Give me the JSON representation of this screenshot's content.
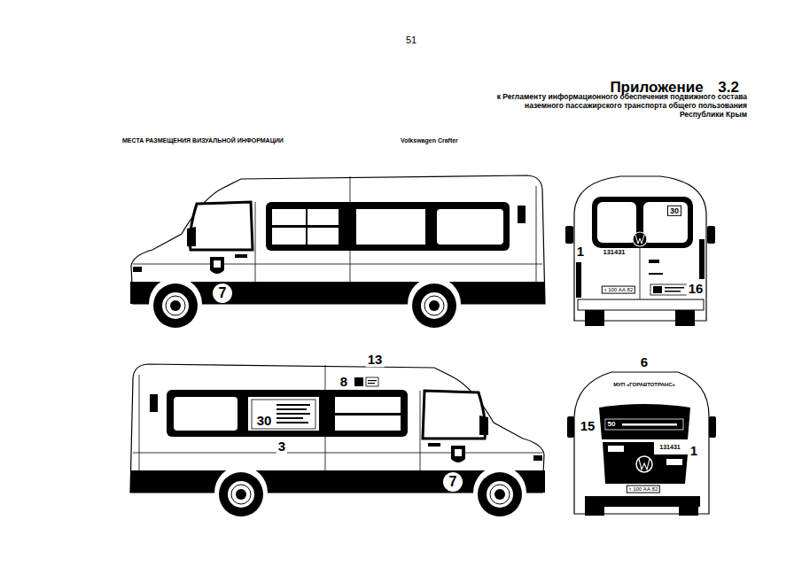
{
  "diagram": {
    "title": "Приложение 3.2",
    "nodes": [
      {
        "text": [
          "7"
        ]
      },
      {
        "text": [
          "7"
        ]
      }
    ],
    "labels": [
      "51",
      "к Регламенту информационного обеспечения подвижного состава наземного пассажирского транспорта общего пользования Республики Крым",
      "МЕСТА РАЗМЕЩЕНИЯ ВИЗУАЛЬНОЙ ИНФОРМАЦИИ",
      "Volkswagen Crafter",
      "30",
      "1",
      "131431",
      "16",
      "т 100 АА 82",
      "13",
      "8",
      "30",
      "3",
      "6",
      "МУП «ГОРАВТОТРАНС»",
      "15",
      "50",
      "131431",
      "1",
      "т 100 АА 82"
    ]
  }
}
